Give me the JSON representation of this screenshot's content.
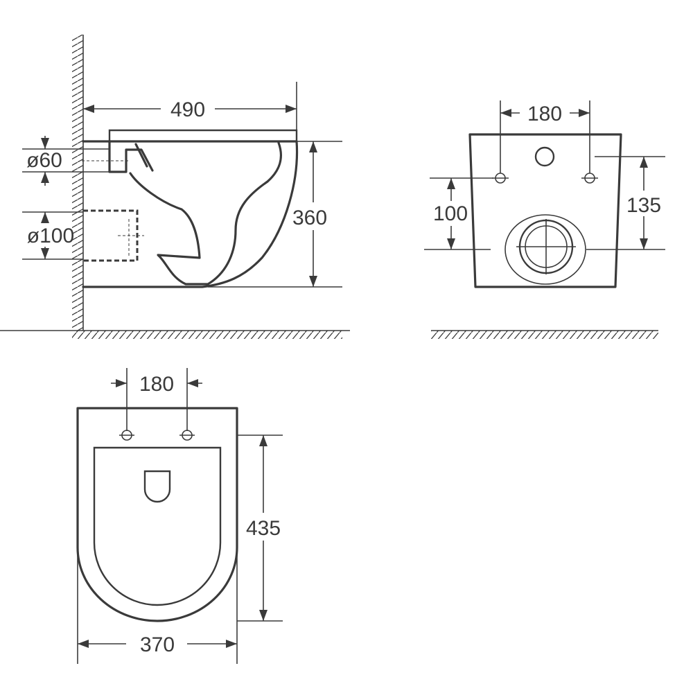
{
  "side_view": {
    "width_label": "490",
    "height_label": "360",
    "inlet_label": "ø60",
    "outlet_label": "ø100"
  },
  "back_view": {
    "bolt_spacing_label": "180",
    "left_height_label": "100",
    "right_height_label": "135"
  },
  "top_view": {
    "bolt_spacing_label": "180",
    "depth_label": "435",
    "width_label": "370"
  },
  "colors": {
    "line": "#3a3a3a",
    "background": "#ffffff"
  }
}
